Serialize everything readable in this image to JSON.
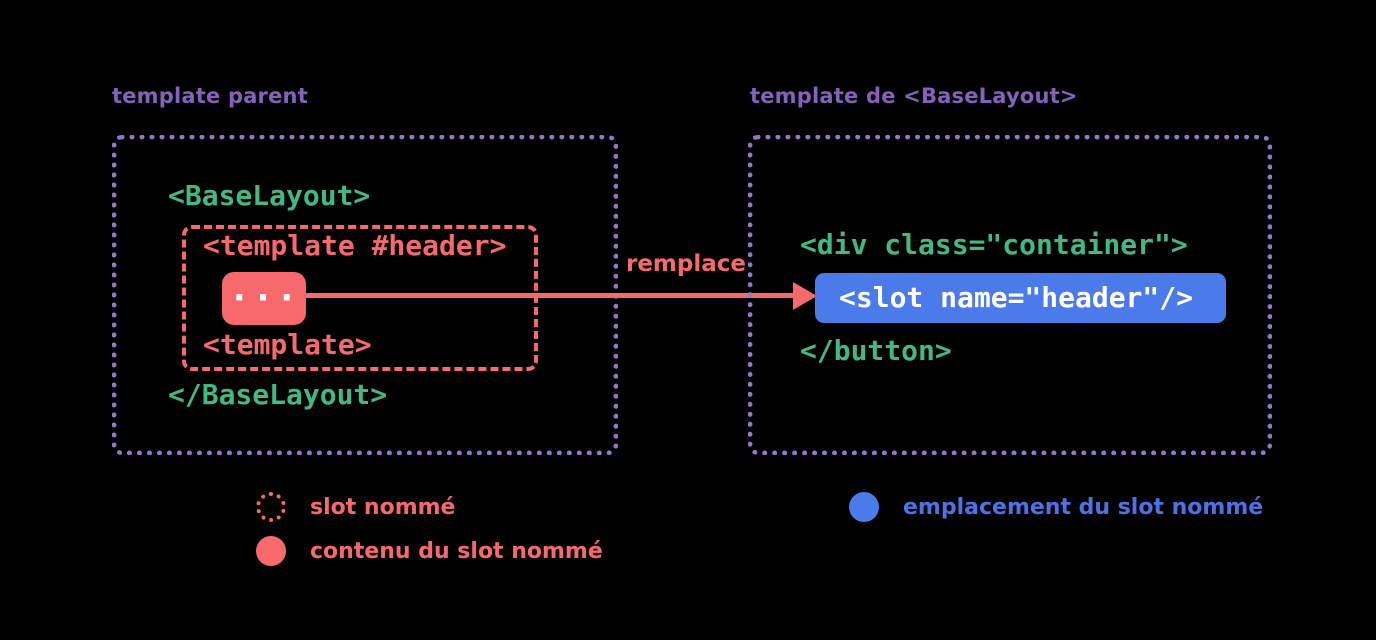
{
  "colors": {
    "background": "#000000",
    "purple_label": "#8461bd",
    "purple_border": "#9177cd",
    "red": "#f8696c",
    "green": "#42b883",
    "blue": "#4b7bea",
    "white": "#ffffff"
  },
  "left_panel": {
    "title": "template parent",
    "code": {
      "open_tag": "<BaseLayout>",
      "slot_open_tag": "<template #header>",
      "slot_content": "...",
      "slot_close_tag": "<template>",
      "close_tag": "</BaseLayout>"
    }
  },
  "arrow": {
    "label": "remplace"
  },
  "right_panel": {
    "title": "template de <BaseLayout>",
    "code": {
      "open_tag": "<div class=\"container\">",
      "slot_tag": "<slot name=\"header\"/>",
      "close_tag": "</button>"
    }
  },
  "legend": {
    "items": [
      {
        "icon": "dashed-red-circle-icon",
        "label": "slot nommé"
      },
      {
        "icon": "filled-red-circle-icon",
        "label": "contenu du slot nommé"
      },
      {
        "icon": "filled-blue-circle-icon",
        "label": "emplacement du slot nommé"
      }
    ]
  }
}
